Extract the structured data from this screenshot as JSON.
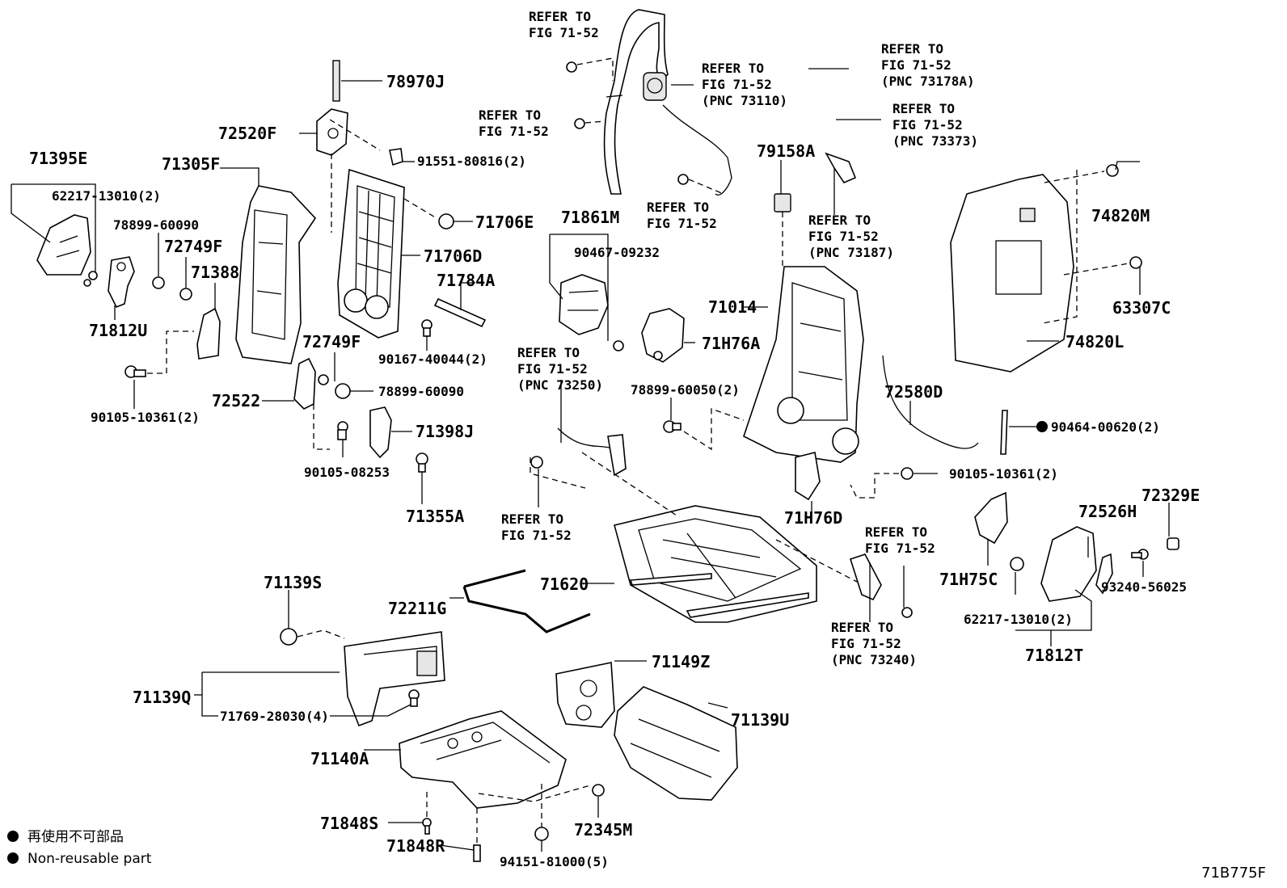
{
  "diagram": {
    "code": "71B775F",
    "legend": {
      "jp": "再使用不可部品",
      "en": "Non-reusable part"
    },
    "labels": {
      "ref_top_1": [
        "REFER TO",
        "FIG 71-52"
      ],
      "ref_top_2": [
        "REFER TO",
        "FIG 71-52",
        "(PNC 73110)"
      ],
      "ref_top_3": [
        "REFER TO",
        "FIG 71-52"
      ],
      "ref_top_4": [
        "REFER TO",
        "FIG 71-52"
      ],
      "ref_73178A": [
        "REFER TO",
        "FIG 71-52",
        "(PNC 73178A)"
      ],
      "ref_73373": [
        "REFER TO",
        "FIG 71-52",
        "(PNC 73373)"
      ],
      "ref_73187": [
        "REFER TO",
        "FIG 71-52",
        "(PNC 73187)"
      ],
      "ref_73250": [
        "REFER TO",
        "FIG 71-52",
        "(PNC 73250)"
      ],
      "ref_mid": [
        "REFER TO",
        "FIG 71-52"
      ],
      "ref_right": [
        "REFER TO",
        "FIG 71-52"
      ],
      "ref_73240": [
        "REFER TO",
        "FIG 71-52",
        "(PNC 73240)"
      ],
      "p78970J": "78970J",
      "p72520F": "72520F",
      "p91551": "91551-80816(2)",
      "p71395E": "71395E",
      "p62217_l": "62217-13010(2)",
      "p71305F": "71305F",
      "p78899_60090_l": "78899-60090",
      "p72749F_l": "72749F",
      "p71388": "71388",
      "p71812U": "71812U",
      "p90105_10361_l": "90105-10361(2)",
      "p71706E": "71706E",
      "p71706D": "71706D",
      "p71784A": "71784A",
      "p90167": "90167-40044(2)",
      "p72749F_r": "72749F",
      "p78899_60090_r": "78899-60090",
      "p72522": "72522",
      "p71398J": "71398J",
      "p90105_08253": "90105-08253",
      "p71355A": "71355A",
      "p71861M": "71861M",
      "p90467": "90467-09232",
      "p71H76A": "71H76A",
      "p78899_60050": "78899-60050(2)",
      "p79158A": "79158A",
      "p71014": "71014",
      "p74820M": "74820M",
      "p63307C": "63307C",
      "p74820L": "74820L",
      "p72580D": "72580D",
      "p90464": "90464-00620(2)",
      "p90105_10361_r": "90105-10361(2)",
      "p71H76D": "71H76D",
      "p71H75C": "71H75C",
      "p72526H": "72526H",
      "p72329E": "72329E",
      "p93240": "93240-56025",
      "p62217_r": "62217-13010(2)",
      "p71812T": "71812T",
      "p71620": "71620",
      "p72211G": "72211G",
      "p71139S": "71139S",
      "p71139Q": "71139Q",
      "p71769": "71769-28030(4)",
      "p71149Z": "71149Z",
      "p71139U": "71139U",
      "p71140A": "71140A",
      "p71848S": "71848S",
      "p71848R": "71848R",
      "p94151": "94151-81000(5)",
      "p72345M": "72345M"
    }
  }
}
